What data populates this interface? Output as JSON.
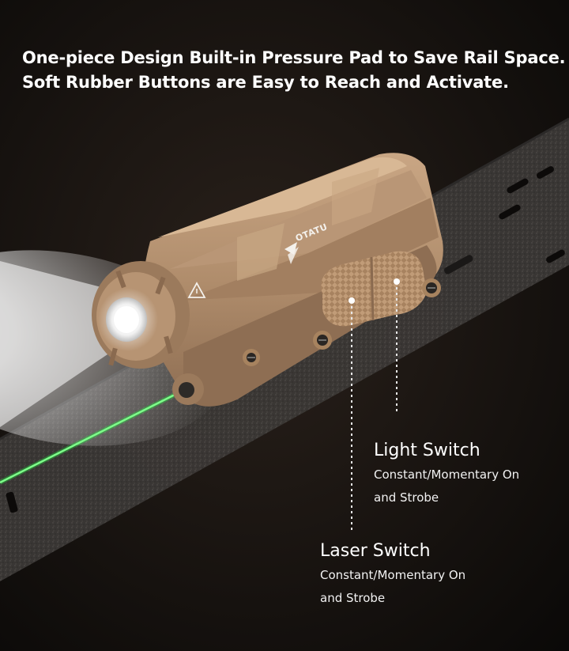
{
  "headline": {
    "line1": "One-piece Design Built-in Pressure Pad to Save Rail Space.",
    "line2": "Soft Rubber Buttons are Easy to Reach and Activate."
  },
  "product": {
    "brand_logo_text": "OTATU",
    "colors": {
      "body": "#b08d6c",
      "background": "#0c0a09",
      "rail": "#3a3735",
      "laser": "#21e03c"
    }
  },
  "callouts": {
    "light_switch": {
      "title": "Light Switch",
      "desc_line1": "Constant/Momentary On",
      "desc_line2": "and Strobe"
    },
    "laser_switch": {
      "title": "Laser Switch",
      "desc_line1": "Constant/Momentary On",
      "desc_line2": "and Strobe"
    }
  },
  "icons": [
    "laser-warning-icon",
    "brand-logo-icon",
    "light-switch-pad",
    "laser-switch-pad"
  ]
}
